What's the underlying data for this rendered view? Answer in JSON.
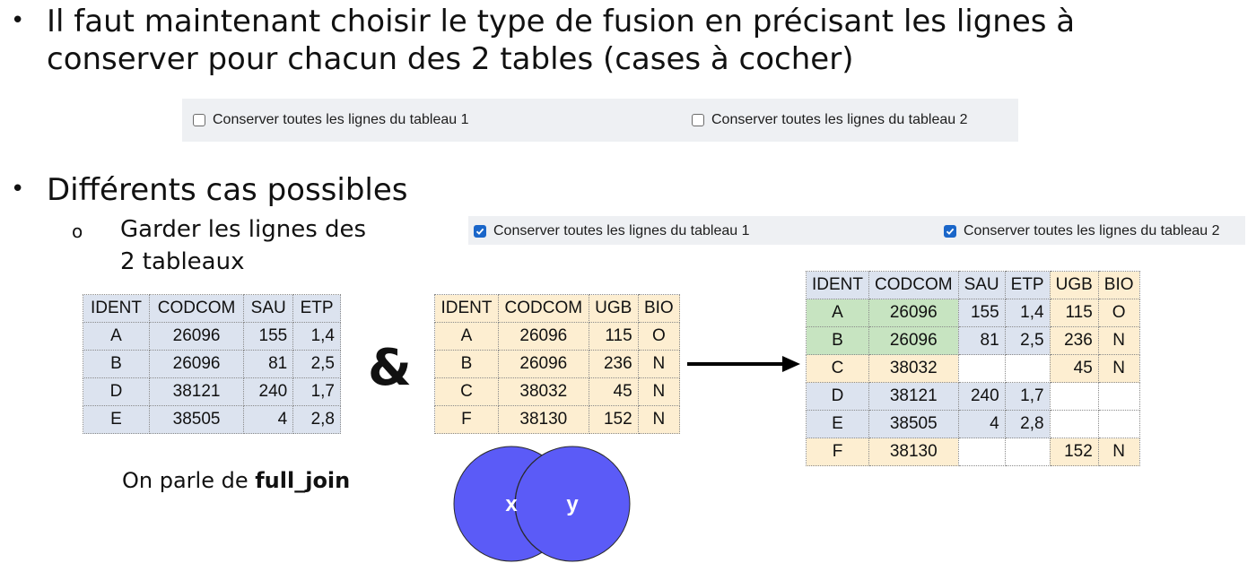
{
  "intro": {
    "bullet": "•",
    "line1": "Il faut maintenant choisir le type de fusion en précisant les lignes à",
    "line2": "conserver pour chacun des 2 tables (cases à cocher)"
  },
  "checkbox_bar_top": {
    "option1": {
      "label": "Conserver toutes les lignes du tableau 1",
      "checked": false
    },
    "option2": {
      "label": "Conserver toutes les lignes du tableau 2",
      "checked": false
    }
  },
  "cases": {
    "bullet": "•",
    "title": "Différents cas possibles",
    "sub_bullet": "o",
    "sub_line1": "Garder les lignes des",
    "sub_line2": "2 tableaux"
  },
  "checkbox_bar_case": {
    "option1": {
      "label": "Conserver toutes les lignes du tableau 1",
      "checked": true
    },
    "option2": {
      "label": "Conserver toutes les lignes du tableau 2",
      "checked": true
    }
  },
  "table1": {
    "headers": [
      "IDENT",
      "CODCOM",
      "SAU",
      "ETP"
    ],
    "rows": [
      [
        "A",
        "26096",
        "155",
        "1,4"
      ],
      [
        "B",
        "26096",
        "81",
        "2,5"
      ],
      [
        "D",
        "38121",
        "240",
        "1,7"
      ],
      [
        "E",
        "38505",
        "4",
        "2,8"
      ]
    ]
  },
  "ampersand": "&",
  "table2": {
    "headers": [
      "IDENT",
      "CODCOM",
      "UGB",
      "BIO"
    ],
    "rows": [
      [
        "A",
        "26096",
        "115",
        "O"
      ],
      [
        "B",
        "26096",
        "236",
        "N"
      ],
      [
        "C",
        "38032",
        "45",
        "N"
      ],
      [
        "F",
        "38130",
        "152",
        "N"
      ]
    ]
  },
  "result_table": {
    "headers": [
      "IDENT",
      "CODCOM",
      "SAU",
      "ETP",
      "UGB",
      "BIO"
    ],
    "rows": [
      [
        "A",
        "26096",
        "155",
        "1,4",
        "115",
        "O"
      ],
      [
        "B",
        "26096",
        "81",
        "2,5",
        "236",
        "N"
      ],
      [
        "C",
        "38032",
        "",
        "",
        "45",
        "N"
      ],
      [
        "D",
        "38121",
        "240",
        "1,7",
        "",
        ""
      ],
      [
        "E",
        "38505",
        "4",
        "2,8",
        "",
        ""
      ],
      [
        "F",
        "38130",
        "",
        "",
        "152",
        "N"
      ]
    ]
  },
  "caption": {
    "prefix": "On parle de ",
    "keyword": "full_join"
  },
  "venn": {
    "left": "x",
    "right": "y"
  },
  "colors": {
    "table1_bg": "#dce3ef",
    "table2_bg": "#fdeed1",
    "match_bg": "#c7e4c1",
    "venn_fill": "#5b5bf7",
    "checkbox_checked": "#1a66c9"
  }
}
